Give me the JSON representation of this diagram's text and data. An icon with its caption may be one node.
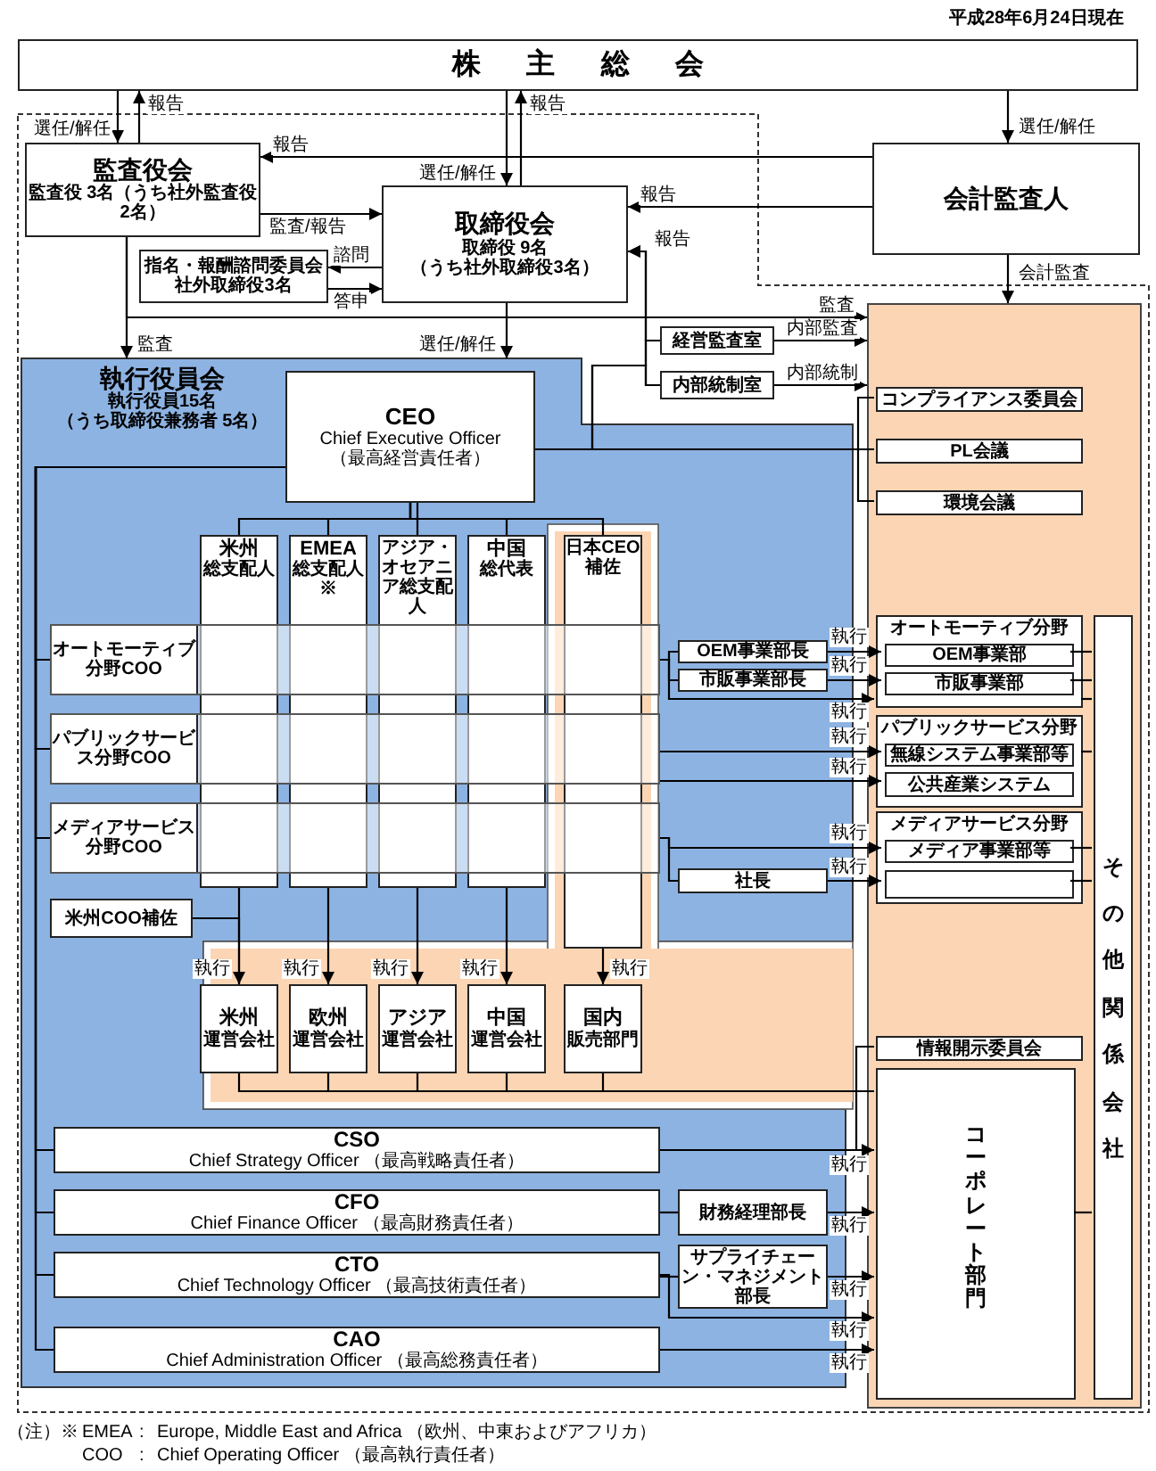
{
  "diagram": {
    "nodes": [
      {
        "text": [
          "株主総会"
        ]
      },
      {
        "text": [
          "監査役会",
          "監査役 3名（うち社外監査役 2名）"
        ]
      },
      {
        "text": [
          "取締役会",
          "取締役 9名（うち社外取締役3名）"
        ]
      },
      {
        "text": [
          "会計監査人"
        ]
      },
      {
        "text": [
          "指名・報酬諮問委員会",
          "社外取締役3名"
        ]
      },
      {
        "text": [
          "経営監査室"
        ]
      },
      {
        "text": [
          "内部統制室"
        ]
      },
      {
        "text": [],
        "shape": "box"
      },
      {
        "text": [
          "執行役員会",
          "執行役員15名（うち取締役兼務者 5名）"
        ]
      },
      {
        "text": [
          "CEO",
          "Chief Executive Officer （最高経営責任者）"
        ],
        "in": 8
      },
      {
        "text": [
          "米州",
          "総支配人"
        ],
        "in": 8
      },
      {
        "text": [
          "EMEA",
          "総支配人 ※"
        ],
        "in": 8
      },
      {
        "text": [
          "アジア・オセアニア総支配人"
        ],
        "in": 8
      },
      {
        "text": [
          "中国",
          "総代表"
        ],
        "in": 8
      },
      {
        "text": [
          "日本CEO補佐"
        ],
        "in": 8
      },
      {
        "text": [
          "オートモーティブ分野COO"
        ],
        "in": 8
      },
      {
        "text": [
          "パブリックサービス分野COO"
        ],
        "in": 8
      },
      {
        "text": [
          "メディアサービス分野COO"
        ],
        "in": 8
      },
      {
        "text": [
          "米州COO補佐"
        ],
        "in": 8
      },
      {
        "text": [
          "CSO",
          "Chief Strategy Officer （最高戦略責任者）"
        ],
        "in": 8
      },
      {
        "text": [
          "CFO",
          "Chief Finance Officer （最高財務責任者）"
        ],
        "in": 8
      },
      {
        "text": [
          "CTO",
          "Chief Technology Officer （最高技術責任者）"
        ],
        "in": 8
      },
      {
        "text": [
          "CAO",
          "Chief Administration Officer （最高総務責任者）"
        ],
        "in": 8
      },
      {
        "text": [
          "財務経理部長"
        ],
        "in": 8
      },
      {
        "text": [
          "サプライチェーン・マネジメント部長"
        ],
        "in": 8
      },
      {
        "text": [
          "OEM事業部長"
        ],
        "in": 8
      },
      {
        "text": [
          "市販事業部長"
        ],
        "in": 8
      },
      {
        "text": [
          "社長"
        ],
        "in": 8
      },
      {
        "text": [
          "コンプライアンス委員会"
        ],
        "in": 7
      },
      {
        "text": [
          "PL会議"
        ],
        "in": 7
      },
      {
        "text": [
          "環境会議"
        ],
        "in": 7
      },
      {
        "text": [
          "オートモーティブ分野"
        ],
        "in": 7
      },
      {
        "text": [
          "OEM事業部"
        ],
        "in": 31
      },
      {
        "text": [
          "市販事業部"
        ],
        "in": 31
      },
      {
        "text": [
          "パブリックサービス分野"
        ],
        "in": 7
      },
      {
        "text": [
          "無線システム事業部等"
        ],
        "in": 34
      },
      {
        "text": [
          "公共産業システム"
        ],
        "in": 34
      },
      {
        "text": [
          "メディアサービス分野"
        ],
        "in": 7
      },
      {
        "text": [
          "メディア事業部等"
        ],
        "in": 37
      },
      {
        "text": [],
        "shape": "box",
        "in": 37
      },
      {
        "text": [
          "その他関係会社"
        ],
        "in": 7
      },
      {
        "text": [
          "情報開示委員会"
        ],
        "in": 7
      },
      {
        "text": [
          "コーポレート部門"
        ],
        "in": 7
      },
      {
        "text": [
          "米州",
          "運営会社"
        ]
      },
      {
        "text": [
          "欧州",
          "運営会社"
        ]
      },
      {
        "text": [
          "アジア",
          "運営会社"
        ]
      },
      {
        "text": [
          "中国",
          "運営会社"
        ]
      },
      {
        "text": [
          "国内",
          "販売部門"
        ]
      }
    ],
    "edges": [
      {
        "from": 0,
        "to": 1,
        "arrow": "to",
        "label": "選任/解任"
      },
      {
        "from": 1,
        "to": 0,
        "arrow": "to",
        "label": "報告"
      },
      {
        "from": 0,
        "to": 2,
        "arrow": "to",
        "label": "選任/解任"
      },
      {
        "from": 2,
        "to": 0,
        "arrow": "to",
        "label": "報告"
      },
      {
        "from": 0,
        "to": 3,
        "arrow": "to",
        "label": "選任/解任"
      },
      {
        "from": 3,
        "to": 1,
        "arrow": "to",
        "label": "報告"
      },
      {
        "from": 3,
        "to": 2,
        "arrow": "to",
        "label": "報告"
      },
      {
        "from": 1,
        "to": 2,
        "arrow": "to",
        "label": "監査/報告"
      },
      {
        "from": 2,
        "to": 4,
        "arrow": "to",
        "label": "諮問"
      },
      {
        "from": 4,
        "to": 2,
        "arrow": "to",
        "label": "答申"
      },
      {
        "from": 3,
        "to": 7,
        "arrow": "to",
        "label": "会計監査"
      },
      {
        "from": 1,
        "to": 7,
        "arrow": "to",
        "label": "監査"
      },
      {
        "from": 1,
        "to": 8,
        "arrow": "to",
        "label": "監査"
      },
      {
        "from": 2,
        "to": 8,
        "arrow": "to",
        "label": "選任/解任"
      },
      {
        "from": 5,
        "to": 2,
        "arrow": "to",
        "label": "報告"
      },
      {
        "from": 6,
        "to": 2,
        "arrow": "to"
      },
      {
        "from": 5,
        "to": 7,
        "arrow": "to",
        "label": "内部監査"
      },
      {
        "from": 6,
        "to": 7,
        "arrow": "to",
        "label": "内部統制"
      },
      {
        "from": 9,
        "to": 5,
        "arrow": "none"
      },
      {
        "from": 9,
        "to": 6,
        "arrow": "none"
      },
      {
        "from": 9,
        "to": 28,
        "arrow": "none"
      },
      {
        "from": 9,
        "to": 29,
        "arrow": "none"
      },
      {
        "from": 9,
        "to": 30,
        "arrow": "none"
      },
      {
        "from": 9,
        "to": 10,
        "arrow": "none"
      },
      {
        "from": 9,
        "to": 11,
        "arrow": "none"
      },
      {
        "from": 9,
        "to": 12,
        "arrow": "none"
      },
      {
        "from": 9,
        "to": 13,
        "arrow": "none"
      },
      {
        "from": 9,
        "to": 14,
        "arrow": "none"
      },
      {
        "from": 9,
        "to": 15,
        "arrow": "none"
      },
      {
        "from": 9,
        "to": 16,
        "arrow": "none"
      },
      {
        "from": 9,
        "to": 17,
        "arrow": "none"
      },
      {
        "from": 9,
        "to": 19,
        "arrow": "none"
      },
      {
        "from": 9,
        "to": 20,
        "arrow": "none"
      },
      {
        "from": 9,
        "to": 21,
        "arrow": "none"
      },
      {
        "from": 9,
        "to": 22,
        "arrow": "none"
      },
      {
        "from": 18,
        "to": 43,
        "arrow": "none"
      },
      {
        "from": 15,
        "to": 25,
        "arrow": "none"
      },
      {
        "from": 15,
        "to": 26,
        "arrow": "none"
      },
      {
        "from": 15,
        "to": 31,
        "arrow": "to",
        "label": "執行"
      },
      {
        "from": 25,
        "to": 32,
        "arrow": "to",
        "label": "執行"
      },
      {
        "from": 26,
        "to": 33,
        "arrow": "to",
        "label": "執行"
      },
      {
        "from": 16,
        "to": 35,
        "arrow": "to",
        "label": "執行"
      },
      {
        "from": 16,
        "to": 36,
        "arrow": "to",
        "label": "執行"
      },
      {
        "from": 17,
        "to": 38,
        "arrow": "to",
        "label": "執行"
      },
      {
        "from": 17,
        "to": 27,
        "arrow": "none"
      },
      {
        "from": 27,
        "to": 39,
        "arrow": "to",
        "label": "執行"
      },
      {
        "from": 10,
        "to": 43,
        "arrow": "to",
        "label": "執行"
      },
      {
        "from": 11,
        "to": 44,
        "arrow": "to",
        "label": "執行"
      },
      {
        "from": 12,
        "to": 45,
        "arrow": "to",
        "label": "執行"
      },
      {
        "from": 13,
        "to": 46,
        "arrow": "to",
        "label": "執行"
      },
      {
        "from": 14,
        "to": 47,
        "arrow": "to",
        "label": "執行"
      },
      {
        "from": 43,
        "to": 42,
        "arrow": "none"
      },
      {
        "from": 44,
        "to": 42,
        "arrow": "none"
      },
      {
        "from": 45,
        "to": 42,
        "arrow": "none"
      },
      {
        "from": 46,
        "to": 42,
        "arrow": "none"
      },
      {
        "from": 47,
        "to": 42,
        "arrow": "none"
      },
      {
        "from": 19,
        "to": 42,
        "arrow": "to",
        "label": "執行"
      },
      {
        "from": 19,
        "to": 41,
        "arrow": "none"
      },
      {
        "from": 20,
        "to": 23,
        "arrow": "none"
      },
      {
        "from": 23,
        "to": 42,
        "arrow": "to",
        "label": "執行"
      },
      {
        "from": 21,
        "to": 24,
        "arrow": "none"
      },
      {
        "from": 24,
        "to": 42,
        "arrow": "to",
        "label": "執行"
      },
      {
        "from": 21,
        "to": 42,
        "arrow": "to",
        "label": "執行"
      },
      {
        "from": 22,
        "to": 42,
        "arrow": "to",
        "label": "執行"
      },
      {
        "from": 32,
        "to": 40,
        "arrow": "none"
      },
      {
        "from": 33,
        "to": 40,
        "arrow": "none"
      },
      {
        "from": 31,
        "to": 40,
        "arrow": "none"
      },
      {
        "from": 34,
        "to": 40,
        "arrow": "none"
      },
      {
        "from": 38,
        "to": 40,
        "arrow": "none"
      },
      {
        "from": 39,
        "to": 40,
        "arrow": "none"
      },
      {
        "from": 42,
        "to": 40,
        "arrow": "none"
      }
    ],
    "labels": [
      "平成28年6月24日現在",
      "（注）※",
      "EMEA",
      ":",
      "Europe, Middle East and Africa （欧州、中東およびアフリカ）",
      "COO",
      ":",
      "Chief Operating Officer （最高執行責任者）"
    ]
  }
}
